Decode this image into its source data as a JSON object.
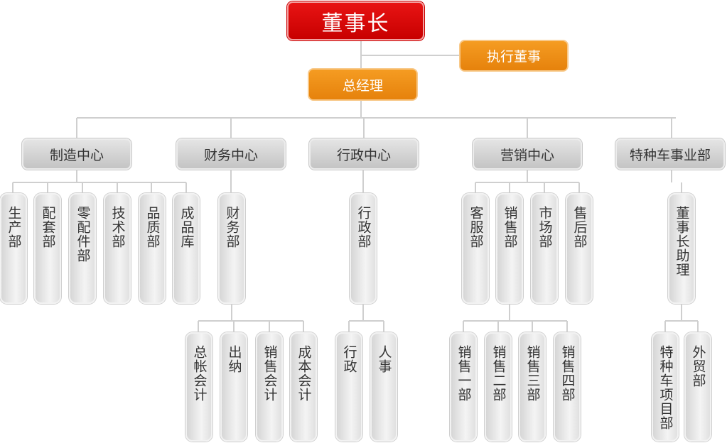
{
  "chairman": "董事长",
  "executive_director": "执行董事",
  "general_manager": "总经理",
  "centers": [
    {
      "label": "制造中心",
      "departments": [
        "生产部",
        "配套部",
        "零配件部",
        "技术部",
        "品质部",
        "成品库"
      ]
    },
    {
      "label": "财务中心",
      "departments": [
        "财务部"
      ],
      "sub": [
        "总帐会计",
        "出纳",
        "销售会计",
        "成本会计"
      ]
    },
    {
      "label": "行政中心",
      "departments": [
        "行政部"
      ],
      "sub": [
        "行政",
        "人事"
      ]
    },
    {
      "label": "营销中心",
      "departments": [
        "客服部",
        "销售部",
        "市场部",
        "售后部"
      ],
      "sub": [
        "销售一部",
        "销售二部",
        "销售三部",
        "销售四部"
      ]
    },
    {
      "label": "特种车事业部",
      "departments": [
        "董事长助理"
      ],
      "sub": [
        "特种车项目部",
        "外贸部"
      ]
    }
  ],
  "colors": {
    "chairman": "#d80a0a",
    "orange": "#ee8c16",
    "gray": "#d4d4d4",
    "line": "#cccccc"
  }
}
